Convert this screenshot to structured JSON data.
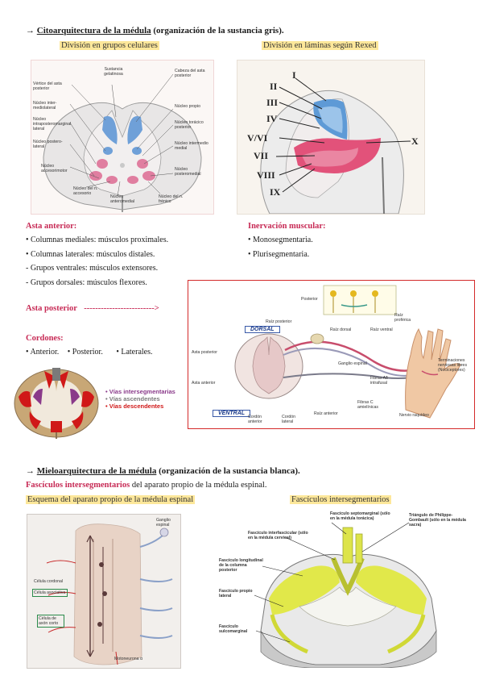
{
  "section1": {
    "arrow": "→",
    "title_u": "Citoarquitectura de la médula",
    "title_rest": " (organización de la sustancia gris).",
    "sub_left": "División en grupos celulares",
    "sub_right": "División en láminas según Rexed"
  },
  "fig_groups": {
    "labels": [
      "Sustancia gelatinosa",
      "Vértice del asta posterior",
      "Núcleo inter-mediolateral",
      "Núcleo intraposteromarginal lateral",
      "Núcleo postero-lateral",
      "Núcleo accesorimotor",
      "Núcleo del n. accesorio",
      "Núcleo anteromedial",
      "Núcleo del n. frénico",
      "Cabeza del asta posterior",
      "Núcleo propio",
      "Núcleo torácico posterior",
      "Núcleo intermedio medial",
      "Núcleo posteromedial"
    ]
  },
  "fig_rexed": {
    "laminae": [
      "I",
      "II",
      "III",
      "IV",
      "V/VI",
      "VII",
      "VIII",
      "IX",
      "X"
    ]
  },
  "asta_anterior": {
    "title": "Asta anterior:",
    "items": [
      "• Columnas mediales: músculos proximales.",
      "• Columnas laterales: músculos distales.",
      "- Grupos ventrales: músculos extensores.",
      "- Grupos dorsales: músculos flexores."
    ]
  },
  "inervacion": {
    "title": "Inervación muscular:",
    "items": [
      "• Monosegmentaria.",
      "• Plurisegmentaria."
    ]
  },
  "asta_posterior": {
    "title": "Asta posterior",
    "arrow": "------------------------->"
  },
  "cordones": {
    "title": "Cordones:",
    "items": [
      "• Anterior.",
      "• Posterior.",
      "• Laterales."
    ]
  },
  "cord_legend": {
    "items": [
      "• Vías intersegmentarias",
      "• Vías ascendentes",
      "• Vías descendentes"
    ],
    "colors": [
      "#8a3a8a",
      "#7a7a7a",
      "#d01818"
    ]
  },
  "fig_hand": {
    "dorsal": "DORSAL",
    "ventral": "VENTRAL",
    "labels": [
      "Posterior",
      "Raíz posterior",
      "Asta posterior",
      "Asta anterior",
      "Raíz dorsal",
      "Raíz ventral",
      "Ganglio espinal",
      "Fibras Aδ intrafusal",
      "Raíz anterior",
      "Fibras C amielínicas",
      "Cordón anterior",
      "Cordón lateral",
      "Terminaciones nerviosas libres (Nociceptores)",
      "Nervio raquídeo",
      "Raíz proférica"
    ]
  },
  "section2": {
    "arrow": "→",
    "title_u": "Mieloarquitectura de la médula",
    "title_rest": " (organización de la sustancia blanca).",
    "fasc_red": "Fascículos intersegmentarios",
    "fasc_rest": " del aparato propio de la médula espinal.",
    "sub_left": "Esquema del aparato propio de la médula espinal",
    "sub_right": "Fascículos intersegmentarios"
  },
  "fig_scheme": {
    "labels": [
      "Ganglio espinal",
      "Célula cordonal",
      "Célula asociativa",
      "Célula de axón corto",
      "Motoneurona α"
    ]
  },
  "fig_3d": {
    "labels": [
      "Fascículo septomarginal (sólo en la médula torácica)",
      "Fascículo interfascicular (sólo en la médula cervical)",
      "Triángulo de Philippe-Gombault (sólo en la médula sacra)",
      "Fascículo longitudinal de la columna posterior",
      "Fascículo propio lateral",
      "Fascículo sulcomarginal"
    ]
  }
}
